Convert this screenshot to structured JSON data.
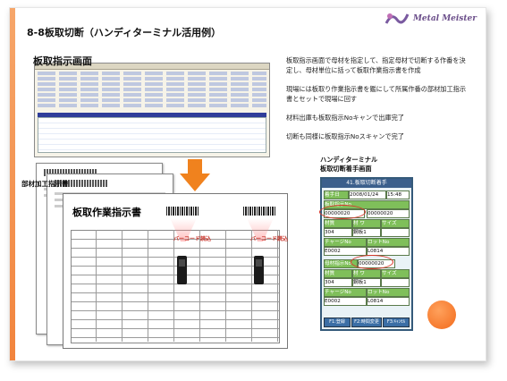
{
  "title": "8-8板取切断（ハンディターミナル活用例）",
  "logo": {
    "text": "Metal Meister"
  },
  "labels": {
    "top_screen": "板取指示画面",
    "parts_doc": "部材加工指示書",
    "main_doc": "板取作業指示書",
    "handy_line1": "ハンディターミナル",
    "handy_line2": "板取切断着手画面",
    "scan_left": "バーコード読込",
    "scan_right": "バーコード読込"
  },
  "description": [
    "板取指示画面で母材を指定して、指定母材で切断する作番を決定し、母材単位に括って板取作業指示書を作成",
    "現場には板取り作業指示書を鑑にして所属作番の部材加工指示書とセットで現場に回す",
    "材料出庫も板取指示Noキャンで出庫完了",
    "切断も同様に板取指示Noスキャンで完了"
  ],
  "handy": {
    "title": "41.板取切断着手",
    "rows": [
      {
        "a": "着手日",
        "b": "2008/01/24",
        "c": "15:48"
      },
      {
        "a": "板取指示No",
        "b": "00000020"
      },
      {
        "a": "00000020",
        "b": "00000020"
      },
      {
        "a": "材質",
        "b": "材 ワ",
        "c": "サイズ"
      },
      {
        "a": "304",
        "b": "鋼板1",
        "c": ""
      },
      {
        "a": "チャージNo",
        "b": "ロットNo"
      },
      {
        "a": "E0002",
        "b": "L0814"
      },
      {
        "a": "母材指示No",
        "b": "00000020"
      },
      {
        "a": "材質",
        "b": "材 ワ",
        "c": "サイズ"
      },
      {
        "a": "304",
        "b": "鋼板1",
        "c": ""
      },
      {
        "a": "チャージNo",
        "b": "ロットNo"
      },
      {
        "a": "E0002",
        "b": "L0814"
      }
    ],
    "buttons": [
      "F1:登録",
      "F2:時間変更",
      "F3:ｷｬﾝｾﾙ"
    ]
  },
  "colors": {
    "accent": "#f2843d",
    "terminal_green": "#7fbf5a",
    "terminal_blue": "#3b5f8c"
  }
}
